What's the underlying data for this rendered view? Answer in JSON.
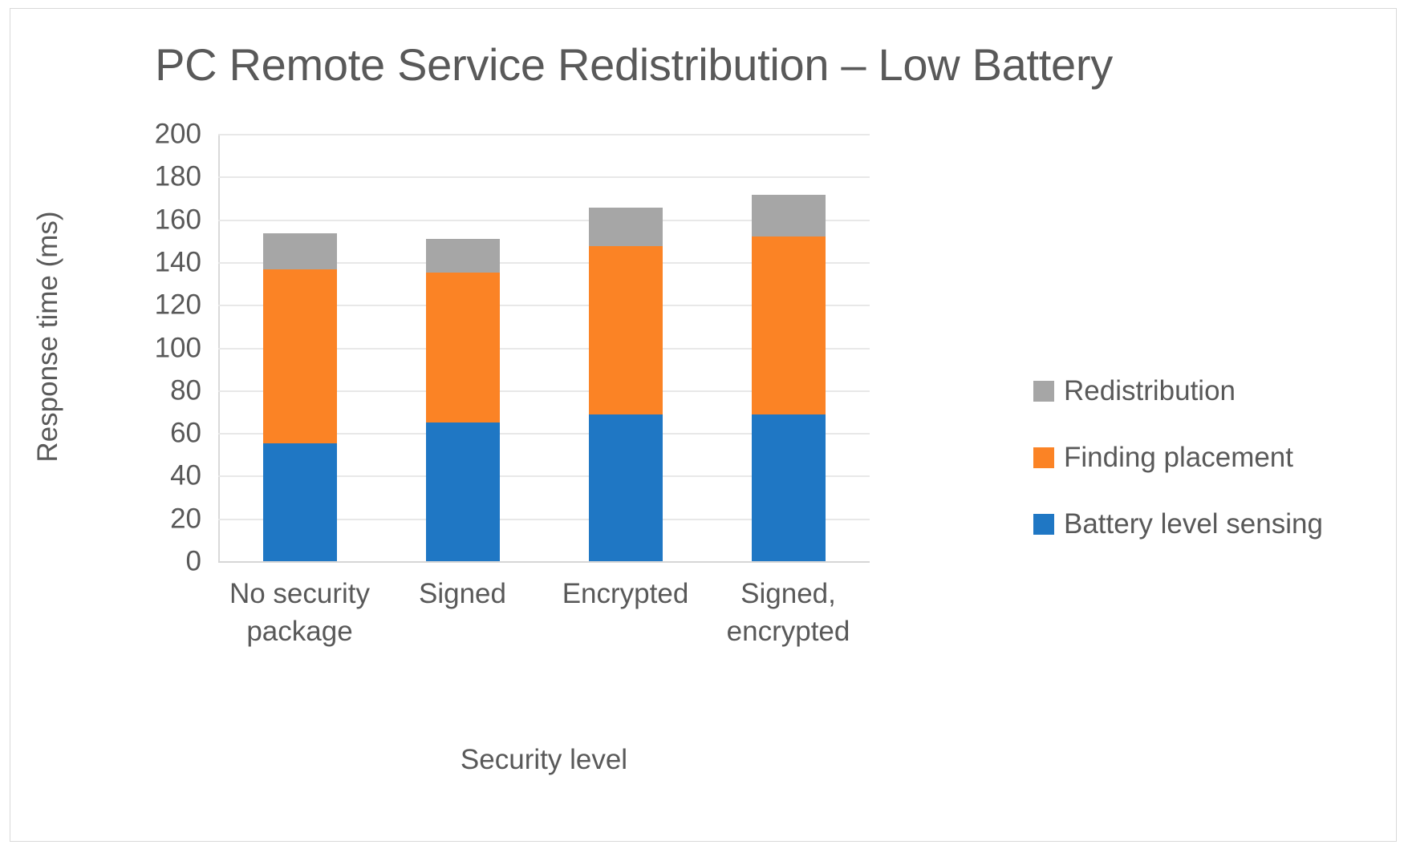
{
  "chart_data": {
    "type": "bar",
    "subtype": "stacked-vertical",
    "title": "PC Remote Service Redistribution – Low Battery",
    "xlabel": "Security level",
    "ylabel": "Response time (ms)",
    "ylim": [
      0,
      200
    ],
    "ytick_step": 20,
    "yticks": [
      "200",
      "180",
      "160",
      "140",
      "120",
      "100",
      "80",
      "60",
      "40",
      "20",
      "0"
    ],
    "grid": true,
    "legend_position": "right",
    "categories": [
      "No security package",
      "Signed",
      "Encrypted",
      "Signed, encrypted"
    ],
    "category_lines": [
      [
        "No security",
        "package"
      ],
      [
        "Signed"
      ],
      [
        "Encrypted"
      ],
      [
        "Signed,",
        "encrypted"
      ]
    ],
    "series": [
      {
        "name": "Battery level sensing",
        "color": "#1f77c4",
        "values": [
          55,
          65,
          68.5,
          68.5
        ]
      },
      {
        "name": "Finding placement",
        "color": "#fb8325",
        "values": [
          81.5,
          70,
          79,
          83.5
        ]
      },
      {
        "name": "Redistribution",
        "color": "#a6a6a6",
        "values": [
          17,
          16,
          18,
          19.5
        ]
      }
    ],
    "stack_order_bottom_to_top": [
      "Battery level sensing",
      "Finding placement",
      "Redistribution"
    ],
    "totals": [
      153.5,
      151,
      165.5,
      171.5
    ]
  },
  "legend": {
    "items": [
      {
        "label": "Redistribution",
        "color": "#a6a6a6"
      },
      {
        "label": "Finding placement",
        "color": "#fb8325"
      },
      {
        "label": "Battery level sensing",
        "color": "#1f77c4"
      }
    ]
  },
  "colors": {
    "text": "#595959",
    "grid": "#e8e8e8",
    "border": "#d9d9d9",
    "blue": "#1f77c4",
    "orange": "#fb8325",
    "gray": "#a6a6a6"
  }
}
